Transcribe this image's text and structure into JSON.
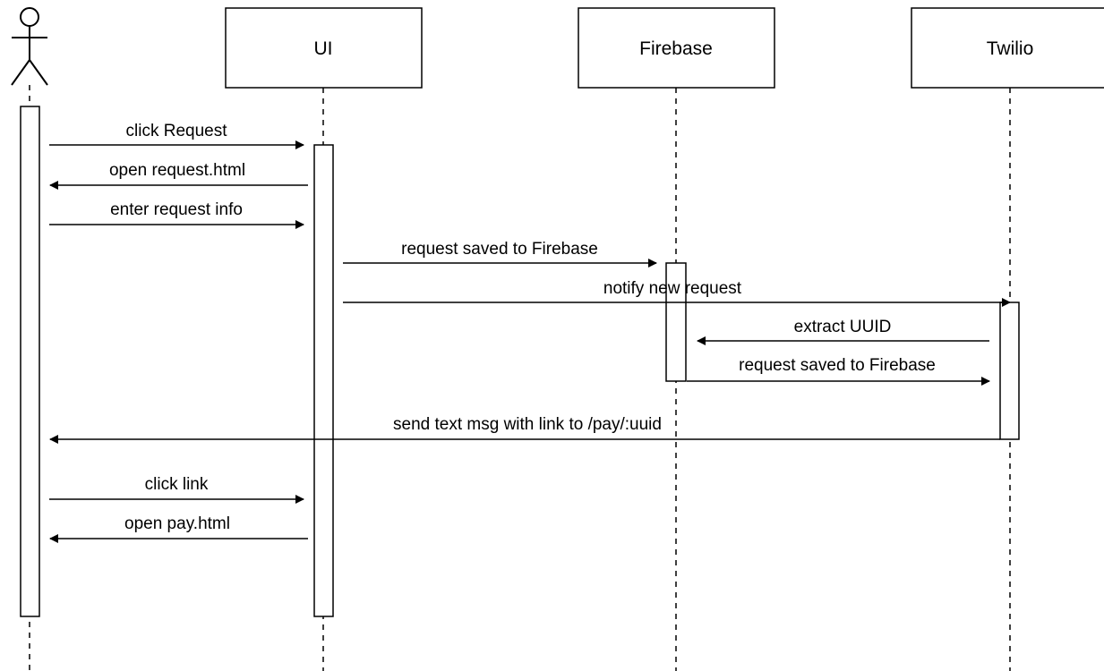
{
  "participants": [
    {
      "id": "user",
      "label": "",
      "kind": "actor"
    },
    {
      "id": "ui",
      "label": "UI",
      "kind": "box"
    },
    {
      "id": "firebase",
      "label": "Firebase",
      "kind": "box"
    },
    {
      "id": "twilio",
      "label": "Twilio",
      "kind": "box"
    }
  ],
  "messages": [
    {
      "from": "user",
      "to": "ui",
      "label": "click Request"
    },
    {
      "from": "ui",
      "to": "user",
      "label": "open request.html"
    },
    {
      "from": "user",
      "to": "ui",
      "label": "enter request info"
    },
    {
      "from": "ui",
      "to": "firebase",
      "label": "request saved to Firebase"
    },
    {
      "from": "ui",
      "to": "twilio",
      "label": "notify new request"
    },
    {
      "from": "twilio",
      "to": "firebase",
      "label": "extract UUID"
    },
    {
      "from": "firebase",
      "to": "twilio",
      "label": "request saved to Firebase"
    },
    {
      "from": "twilio",
      "to": "user",
      "label": "send text msg with link to /pay/:uuid"
    },
    {
      "from": "user",
      "to": "ui",
      "label": "click link"
    },
    {
      "from": "ui",
      "to": "user",
      "label": "open pay.html"
    }
  ]
}
